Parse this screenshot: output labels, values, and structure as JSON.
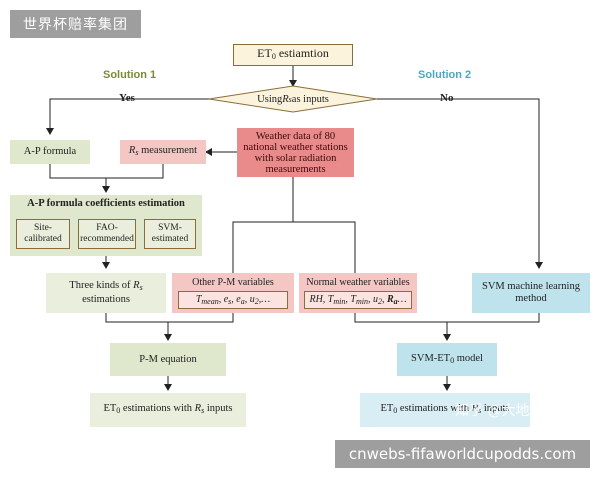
{
  "watermark_top": "世界杯赔率集团",
  "watermark_bottom": "cnwebs-fifaworldcupodds.com",
  "watermark_zhihu": "知乎 @大地鼓手",
  "solution1": "Solution 1",
  "solution2": "Solution 2",
  "start": {
    "pre": "ET",
    "sub": "0",
    "post": " estiamtion"
  },
  "decision": {
    "pre": "Using ",
    "var": "R",
    "sub": "s",
    "post": " as inputs"
  },
  "yes": "Yes",
  "no": "No",
  "ap_formula": "A-P formula",
  "rs_measurement": {
    "var": "R",
    "sub": "s",
    "post": " measurement"
  },
  "weather_data": "Weather data of 80 national weather stations with solar radiation measurements",
  "coeff_title": "A-P formula coefficients estimation",
  "coeff_items": [
    "Site-calibrated",
    "FAO-recommended",
    "SVM-estimated"
  ],
  "three_kinds": {
    "pre": "Three kinds of ",
    "var": "R",
    "sub": "s",
    "post": " estimations"
  },
  "other_pm": "Other P-M variables",
  "other_pm_vars": "T_mean, e_s, e_a, u_2,…",
  "normal_weather": "Normal weather variables",
  "normal_weather_vars": "RH, T_min, T_min, u_2, R_a…",
  "svm_learning": "SVM machine learning method",
  "pm_equation": "P-M equation",
  "svm_model": {
    "pre": "SVM-ET",
    "sub": "0",
    "post": " model"
  },
  "et0_rs_left": {
    "pre": "ET",
    "sub": "0",
    "mid": " estimations with ",
    "var": "R",
    "sub2": "s",
    "post": " inputs"
  },
  "et0_rs_right": {
    "pre": "ET",
    "sub": "0",
    "mid": " estimations with ",
    "var": "R",
    "sub2": "s",
    "post": " inputs"
  },
  "colors": {
    "green": "#dfe8cd",
    "green_light": "#e9efdc",
    "pink": "#f4c7c5",
    "red": "#e98b8b",
    "blue": "#bfe3ec",
    "blue_light": "#d8eef4",
    "solution1": "#7a8a3a",
    "solution2": "#4aa8bf"
  }
}
